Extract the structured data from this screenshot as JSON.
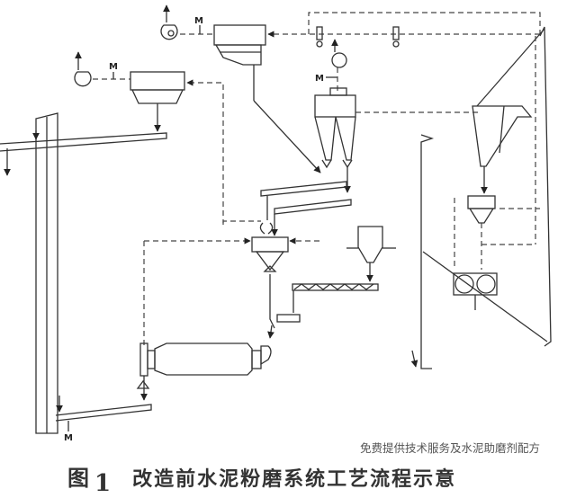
{
  "diagram": {
    "motor_label": "M"
  },
  "caption": {
    "figure_prefix": "图",
    "figure_number": "1",
    "title": "改造前水泥粉磨系统工艺流程示意"
  },
  "watermark": "免费提供技术服务及水泥助磨剂配方"
}
